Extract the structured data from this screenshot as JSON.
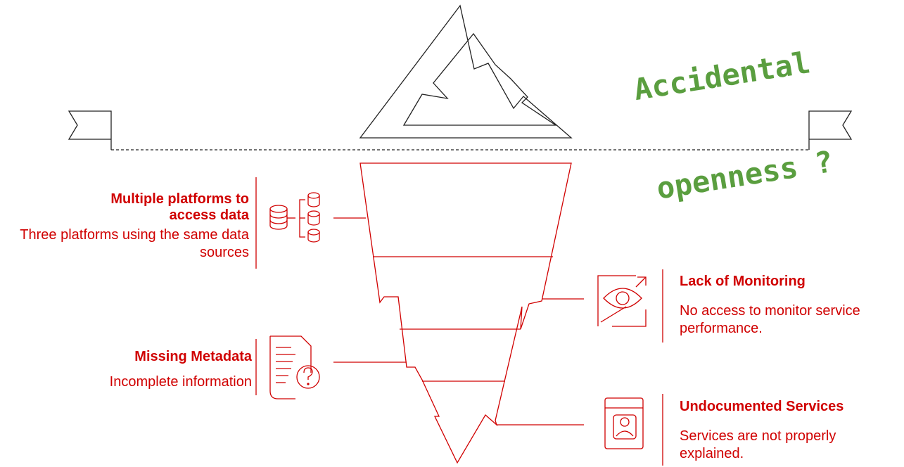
{
  "stamp": {
    "line1": "Accidental",
    "line2": "openness ?"
  },
  "colors": {
    "accent": "#d00000",
    "stamp": "#5a9e3f",
    "outline": "#222222"
  },
  "issues": [
    {
      "title": "Multiple platforms to access data",
      "description": "Three platforms using the same data sources",
      "icon": "database-platforms-icon"
    },
    {
      "title": "Missing Metadata",
      "description": "Incomplete information",
      "icon": "document-question-icon"
    },
    {
      "title": "Lack of Monitoring",
      "description": "No access to monitor service performance.",
      "icon": "eye-monitor-icon"
    },
    {
      "title": "Undocumented Services",
      "description": "Services are not properly explained.",
      "icon": "book-person-icon"
    }
  ]
}
